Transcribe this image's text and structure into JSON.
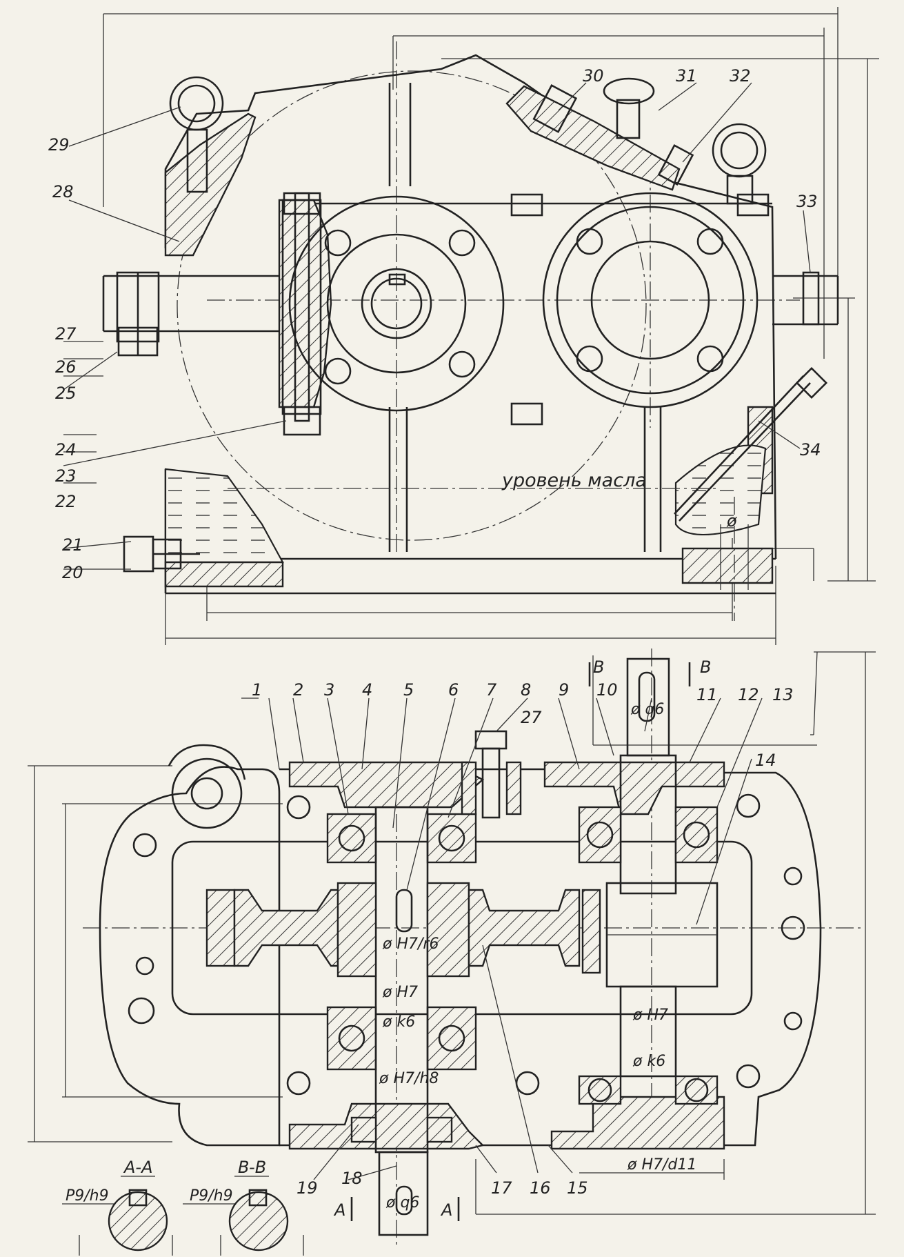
{
  "callouts": {
    "c1": "1",
    "c2": "2",
    "c3": "3",
    "c4": "4",
    "c5": "5",
    "c6": "6",
    "c7": "7",
    "c8": "8",
    "c9": "9",
    "c10": "10",
    "c11": "11",
    "c12": "12",
    "c13": "13",
    "c14": "14",
    "c15": "15",
    "c16": "16",
    "c17": "17",
    "c18": "18",
    "c19": "19",
    "c20": "20",
    "c21": "21",
    "c22": "22",
    "c23": "23",
    "c24": "24",
    "c25": "25",
    "c26": "26",
    "c27": "27",
    "c27b": "27",
    "c28": "28",
    "c29": "29",
    "c30": "30",
    "c31": "31",
    "c32": "32",
    "c33": "33",
    "c34": "34"
  },
  "labels": {
    "oil_level": "уровень масла",
    "diameter": "ø"
  },
  "fits": {
    "output_shaft_top": "ø q6",
    "gear_bore": "ø H7/r6",
    "housing_bore_left": "ø H7",
    "bearing_journal_left": "ø k6",
    "seal_journal": "ø H7/h8",
    "housing_bore_right": "ø H7",
    "bearing_journal_right": "ø k6",
    "cover_fit": "ø H7/d11",
    "input_shaft_bottom": "ø q6"
  },
  "sections": {
    "aa_title": "A-A",
    "bb_title": "B-B",
    "aa_fit": "P9/h9",
    "bb_fit": "P9/h9",
    "mark_a_left": "A",
    "mark_a_right": "A",
    "mark_b_left": "B",
    "mark_b_right": "B"
  },
  "colors": {
    "paper": "#f4f2ea",
    "ink": "#222222"
  }
}
